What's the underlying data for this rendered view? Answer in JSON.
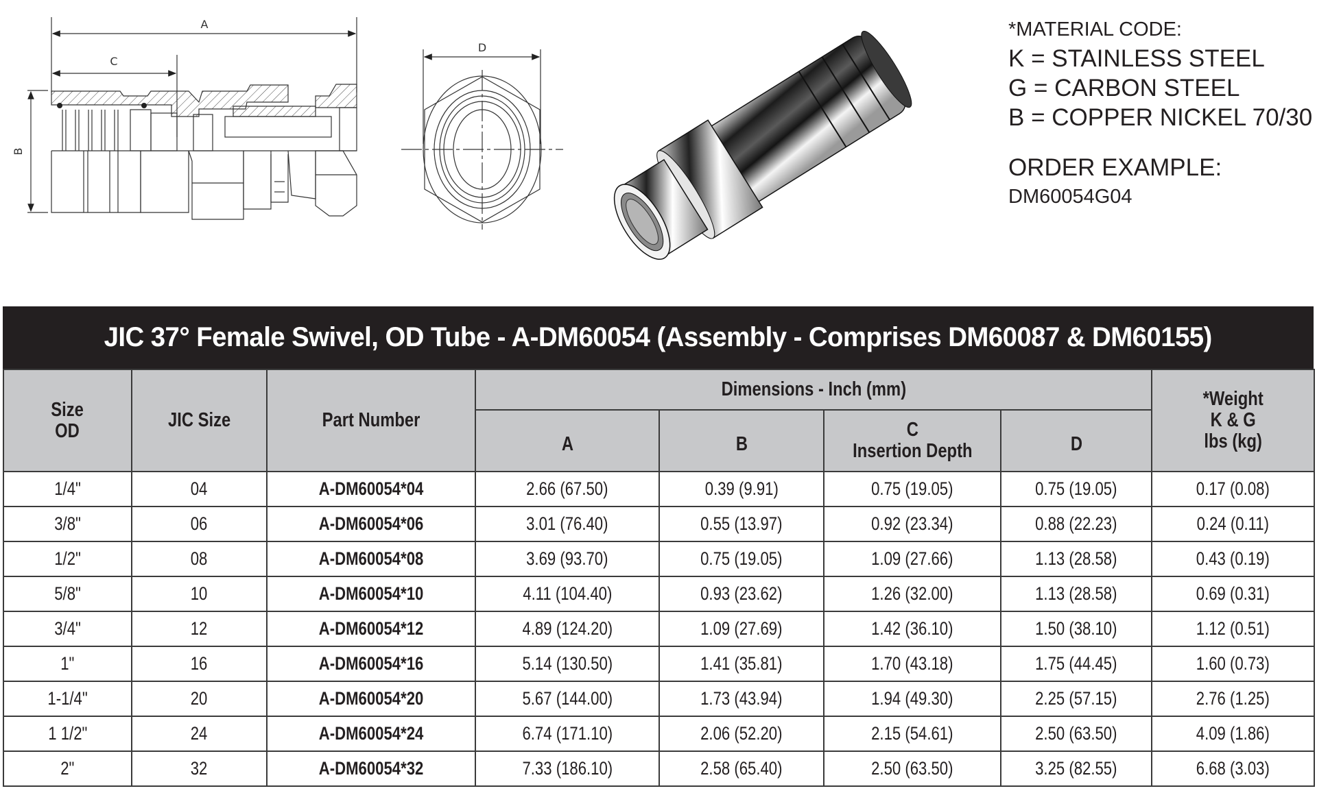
{
  "drawings": {
    "side_view": {
      "labels": {
        "a": "A",
        "b": "B",
        "c": "C"
      }
    },
    "end_view": {
      "labels": {
        "d": "D"
      }
    },
    "render_3d": {
      "description": "JIC 37° female swivel fitting, chrome finish"
    }
  },
  "material_code": {
    "heading": "*MATERIAL CODE:",
    "codes": [
      "K = STAINLESS STEEL",
      "G = CARBON STEEL",
      "B = COPPER NICKEL 70/30"
    ],
    "order_example_label": "ORDER EXAMPLE:",
    "order_example_value": "DM60054G04"
  },
  "table": {
    "title": "JIC 37° Female Swivel, OD Tube - A-DM60054 (Assembly - Comprises DM60087 & DM60155)",
    "colors": {
      "title_bg": "#231f20",
      "header_bg": "#c7c8ca",
      "border": "#3a3a3a"
    },
    "headers": {
      "size_od_line1": "Size",
      "size_od_line2": "OD",
      "jic_size": "JIC Size",
      "part_number": "Part Number",
      "dimensions_group": "Dimensions - Inch (mm)",
      "a": "A",
      "b": "B",
      "c_line1": "C",
      "c_line2": "Insertion Depth",
      "d": "D",
      "weight_line1": "*Weight",
      "weight_line2": "K & G",
      "weight_line3": "lbs (kg)"
    },
    "rows": [
      {
        "size_od": "1/4\"",
        "jic": "04",
        "part": "A-DM60054*04",
        "a": "2.66 (67.50)",
        "b": "0.39 (9.91)",
        "c": "0.75 (19.05)",
        "d": "0.75 (19.05)",
        "weight": "0.17 (0.08)"
      },
      {
        "size_od": "3/8\"",
        "jic": "06",
        "part": "A-DM60054*06",
        "a": "3.01 (76.40)",
        "b": "0.55 (13.97)",
        "c": "0.92 (23.34)",
        "d": "0.88 (22.23)",
        "weight": "0.24 (0.11)"
      },
      {
        "size_od": "1/2\"",
        "jic": "08",
        "part": "A-DM60054*08",
        "a": "3.69 (93.70)",
        "b": "0.75 (19.05)",
        "c": "1.09 (27.66)",
        "d": "1.13 (28.58)",
        "weight": "0.43 (0.19)"
      },
      {
        "size_od": "5/8\"",
        "jic": "10",
        "part": "A-DM60054*10",
        "a": "4.11 (104.40)",
        "b": "0.93 (23.62)",
        "c": "1.26 (32.00)",
        "d": "1.13 (28.58)",
        "weight": "0.69 (0.31)"
      },
      {
        "size_od": "3/4\"",
        "jic": "12",
        "part": "A-DM60054*12",
        "a": "4.89 (124.20)",
        "b": "1.09 (27.69)",
        "c": "1.42 (36.10)",
        "d": "1.50 (38.10)",
        "weight": "1.12 (0.51)"
      },
      {
        "size_od": "1\"",
        "jic": "16",
        "part": "A-DM60054*16",
        "a": "5.14 (130.50)",
        "b": "1.41 (35.81)",
        "c": "1.70 (43.18)",
        "d": "1.75 (44.45)",
        "weight": "1.60 (0.73)"
      },
      {
        "size_od": "1-1/4\"",
        "jic": "20",
        "part": "A-DM60054*20",
        "a": "5.67 (144.00)",
        "b": "1.73 (43.94)",
        "c": "1.94 (49.30)",
        "d": "2.25 (57.15)",
        "weight": "2.76 (1.25)"
      },
      {
        "size_od": "1 1/2\"",
        "jic": "24",
        "part": "A-DM60054*24",
        "a": "6.74 (171.10)",
        "b": "2.06 (52.20)",
        "c": "2.15 (54.61)",
        "d": "2.50 (63.50)",
        "weight": "4.09 (1.86)"
      },
      {
        "size_od": "2\"",
        "jic": "32",
        "part": "A-DM60054*32",
        "a": "7.33 (186.10)",
        "b": "2.58 (65.40)",
        "c": "2.50 (63.50)",
        "d": "3.25 (82.55)",
        "weight": "6.68 (3.03)"
      }
    ]
  }
}
